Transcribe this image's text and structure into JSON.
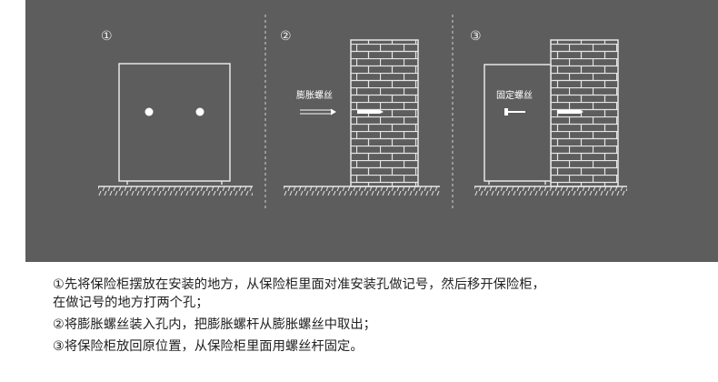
{
  "steps": [
    {
      "number": "①"
    },
    {
      "number": "②",
      "callout": "膨胀螺丝"
    },
    {
      "number": "③",
      "callout": "固定螺丝"
    }
  ],
  "instructions": [
    {
      "line1": "①先将保险柜摆放在安装的地方，从保险柜里面对准安装孔做记号，然后移开保险柜，",
      "line2": "在做记号的地方打两个孔；"
    },
    {
      "line1": "②将膨胀螺丝装入孔内，把膨胀螺杆从膨胀螺丝中取出；"
    },
    {
      "line1": "③将保险柜放回原位置，从保险柜里面用螺丝杆固定。"
    }
  ],
  "colors": {
    "background": "#5d5d5d",
    "line": "#e6e6e6",
    "text": "#222222"
  }
}
